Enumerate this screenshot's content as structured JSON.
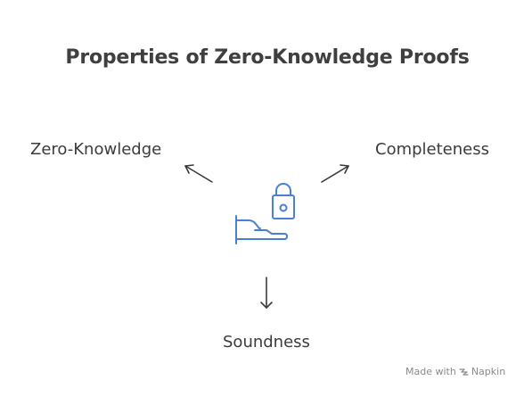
{
  "title": "Properties of Zero-Knowledge Proofs",
  "properties": {
    "left": "Zero-Knowledge",
    "right": "Completeness",
    "bottom": "Soundness"
  },
  "center_icon": "hand-holding-lock-icon",
  "watermark": {
    "prefix": "Made with",
    "brand": "Napkin",
    "logo_icon": "napkin-logo-icon"
  },
  "colors": {
    "icon_blue": "#4a7fd6",
    "text": "#3b3b3b",
    "arrow": "#3a3a3a"
  }
}
